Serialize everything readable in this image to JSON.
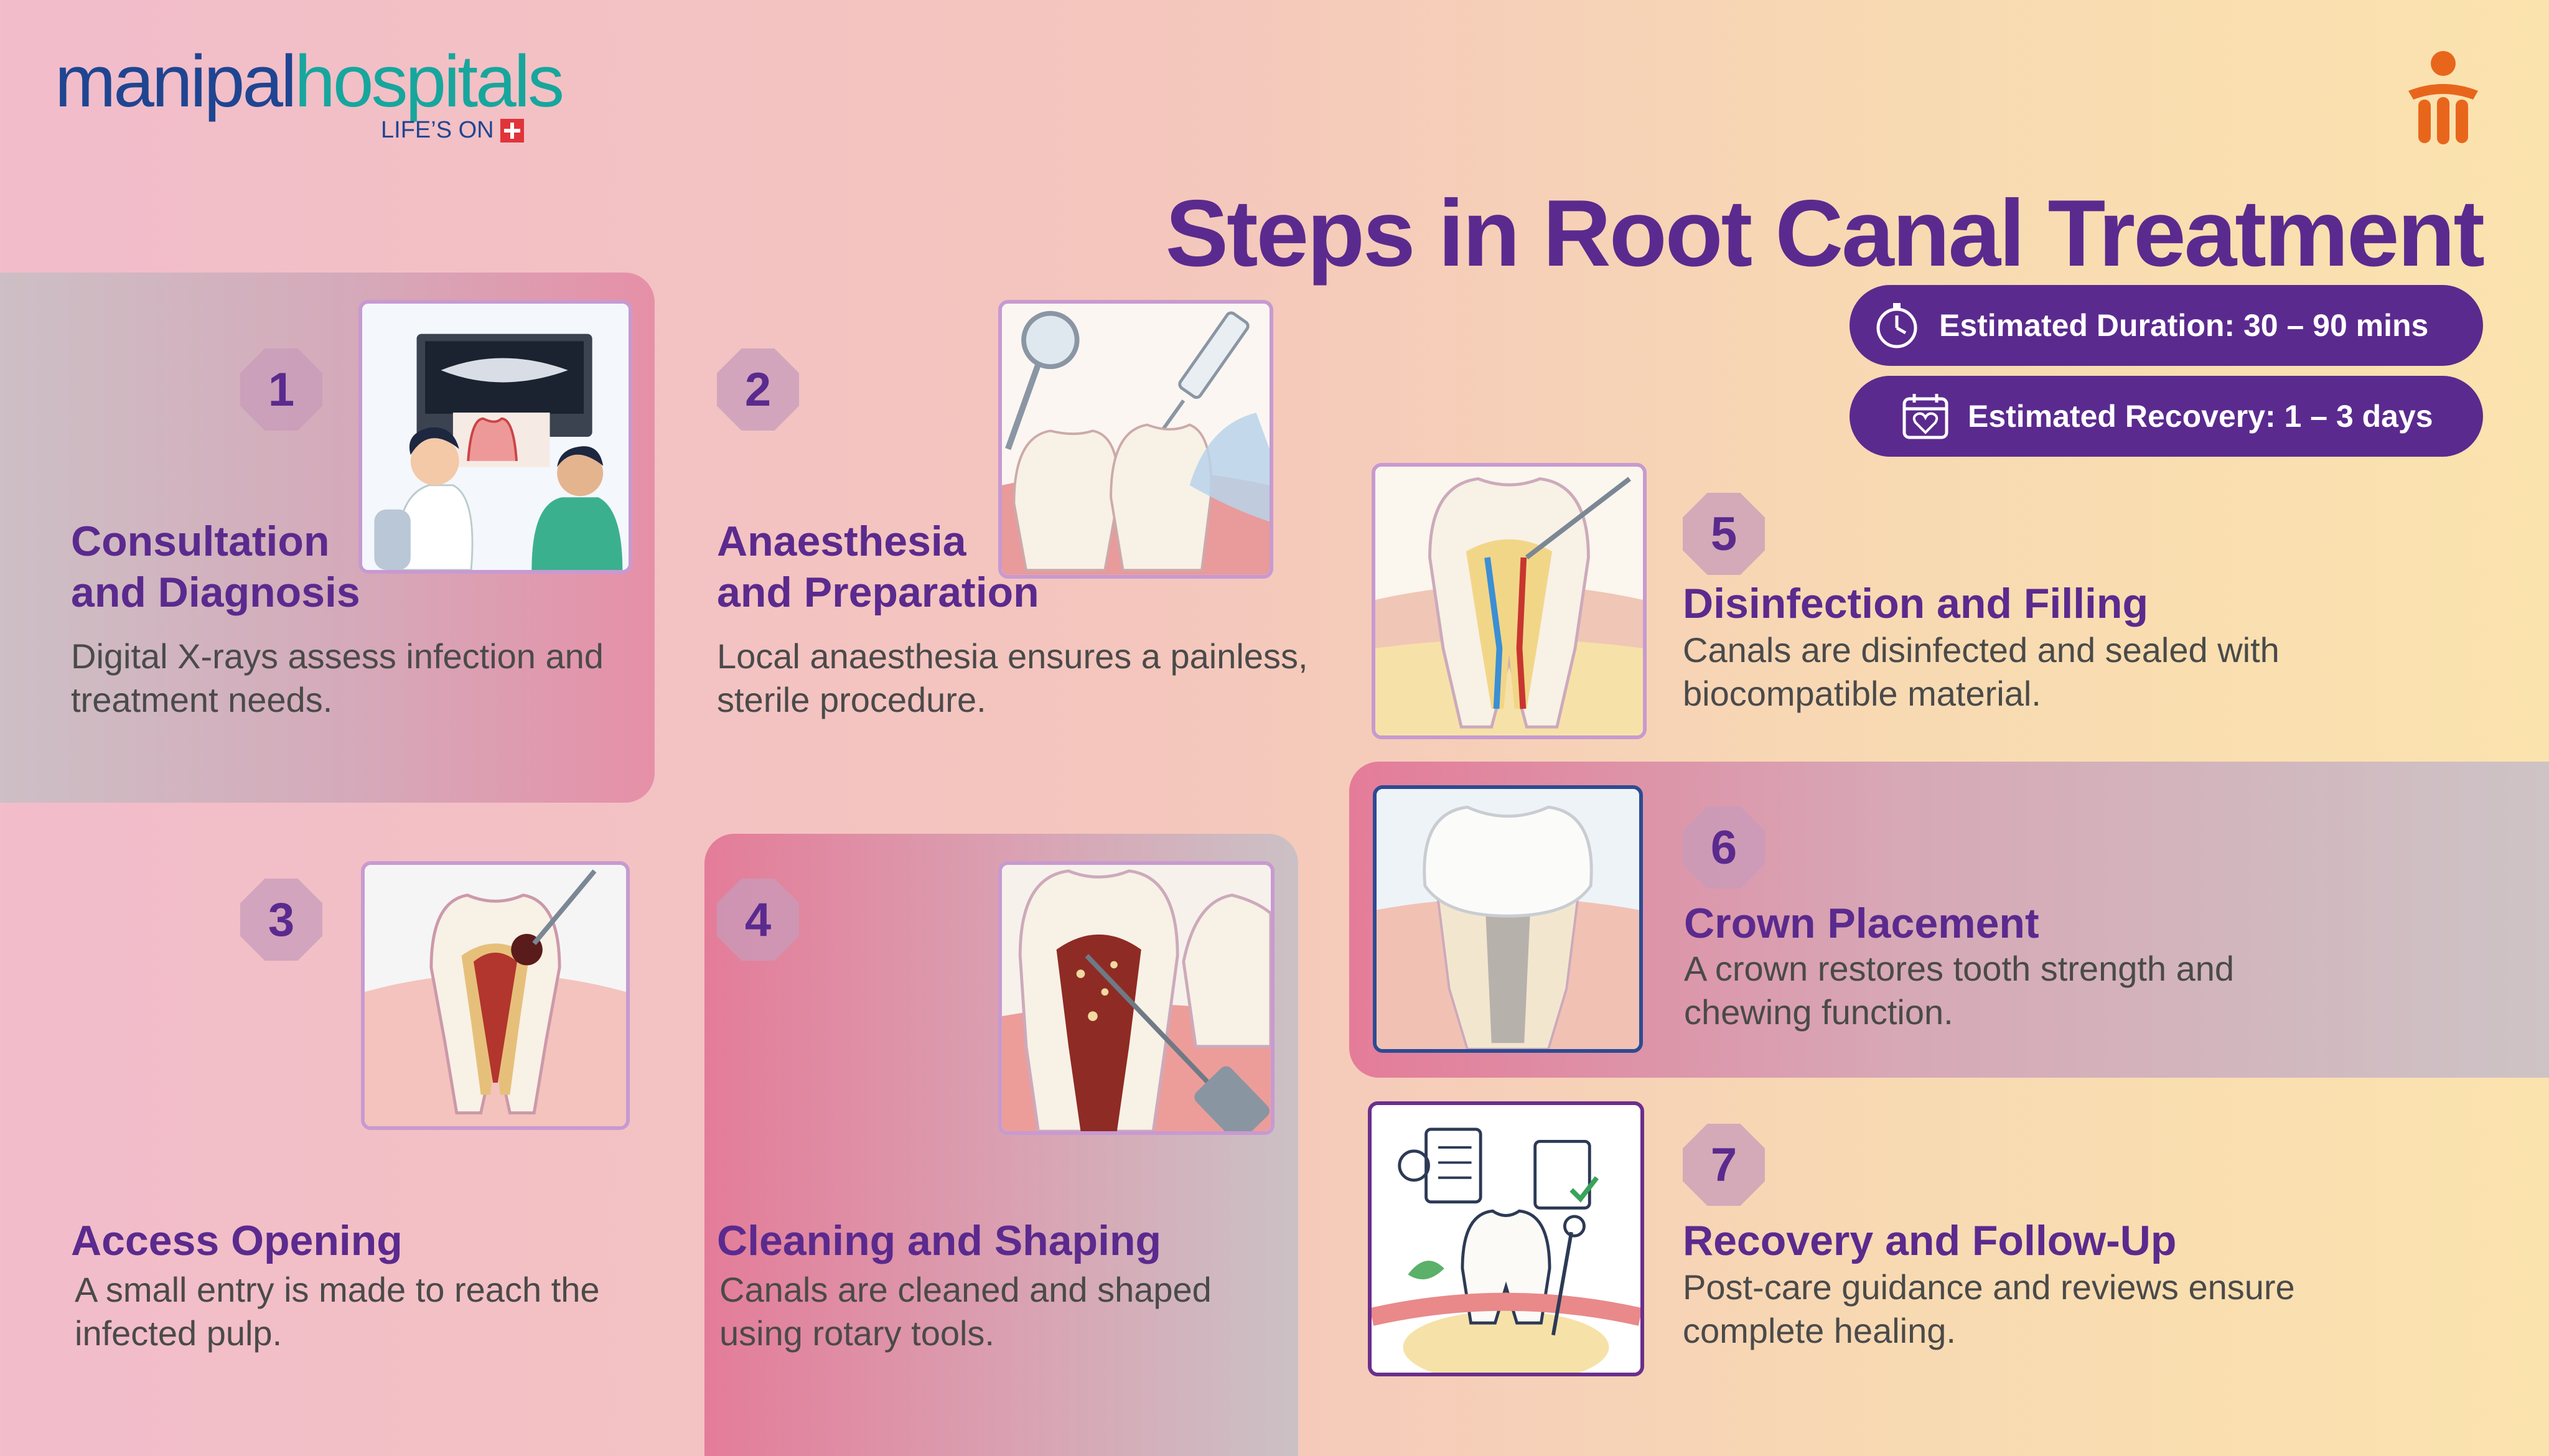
{
  "brand": {
    "name_part1": "manipal",
    "name_part2": "hospitals",
    "tagline": "LIFE’S ON"
  },
  "title": "Steps in Root Canal Treatment",
  "pills": {
    "duration": "Estimated Duration: 30 – 90 mins",
    "recovery": "Estimated Recovery: 1 – 3 days"
  },
  "steps": [
    {
      "number": "1",
      "title_line1": "Consultation",
      "title_line2": "and Diagnosis",
      "desc_line1": "Digital X-rays assess infection and",
      "desc_line2": "treatment needs."
    },
    {
      "number": "2",
      "title_line1": "Anaesthesia",
      "title_line2": "and Preparation",
      "desc_line1": "Local anaesthesia ensures a painless,",
      "desc_line2": "sterile procedure."
    },
    {
      "number": "3",
      "title": "Access Opening",
      "desc_line1": "A small entry is made to reach the",
      "desc_line2": "infected pulp."
    },
    {
      "number": "4",
      "title": "Cleaning and Shaping",
      "desc_line1": "Canals are cleaned and shaped",
      "desc_line2": "using rotary tools."
    },
    {
      "number": "5",
      "title": "Disinfection and Filling",
      "desc_line1": "Canals are disinfected and sealed with",
      "desc_line2": "biocompatible material."
    },
    {
      "number": "6",
      "title": "Crown Placement",
      "desc_line1": "A crown restores tooth strength and",
      "desc_line2": "chewing function."
    },
    {
      "number": "7",
      "title": "Recovery and Follow-Up",
      "desc_line1": "Post-care guidance and reviews ensure",
      "desc_line2": "complete healing."
    }
  ],
  "colors": {
    "accent": "#5b2a8e",
    "brand_blue": "#1f4591",
    "brand_teal": "#17a69d",
    "brand_red": "#e0343a",
    "mascot_orange": "#e8661c"
  },
  "icons": {
    "duration": "stopwatch-icon",
    "recovery": "calendar-heart-icon",
    "mascot": "manipal-mascot-icon"
  }
}
